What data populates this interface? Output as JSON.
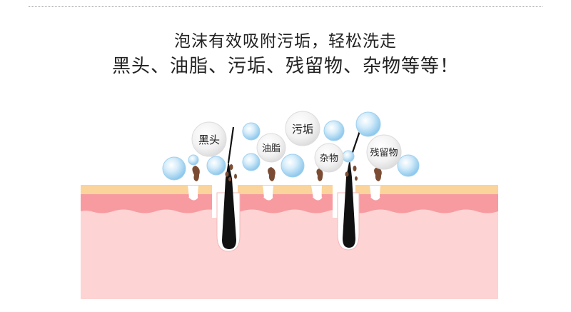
{
  "headline": {
    "line1": "泡沫有效吸附污垢，轻松洗走",
    "line2": "黑头、油脂、污垢、残留物、杂物等等！"
  },
  "labels": {
    "blackhead": "黑头",
    "oil": "油脂",
    "dirt": "污垢",
    "debris": "杂物",
    "residue": "残留物"
  },
  "colors": {
    "skin_top": "#fad49a",
    "skin_mid": "#f79ba0",
    "skin_base": "#fdd3d3",
    "foam_bubble": "#b7dcf3",
    "label_bubble": "#ececec",
    "hair": "#111111",
    "dirt_particle": "#7b4c33"
  }
}
